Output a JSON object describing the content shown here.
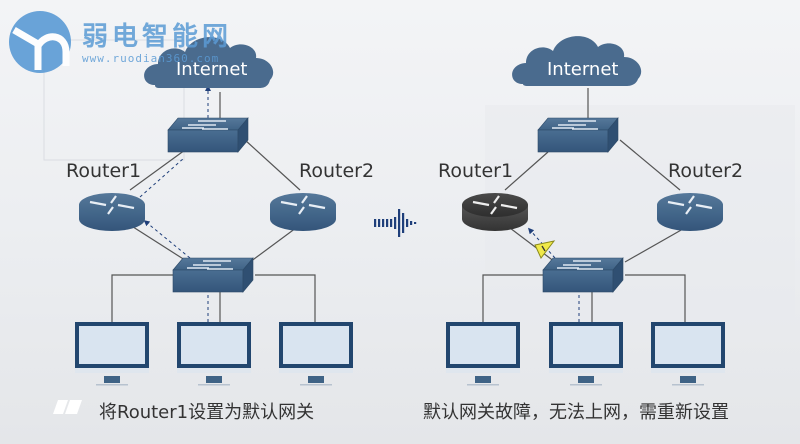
{
  "watermark": {
    "title": "弱电智能网",
    "url": "www.ruodian360.com",
    "brand_color": "#5b9bd5"
  },
  "colors": {
    "device_blue": "#3f6386",
    "device_dark": "#3a3a3a",
    "screen_frame": "#22466e",
    "screen_fill": "#d9e4f0",
    "cloud": "#4a6b8e",
    "line": "#555555",
    "arrow": "#1f3f7a",
    "warning": "#f0e94a"
  },
  "left_diagram": {
    "cloud_label": "Internet",
    "router1_label": "Router1",
    "router2_label": "Router2",
    "router1_state": "active",
    "caption": "将Router1设置为默认网关"
  },
  "right_diagram": {
    "cloud_label": "Internet",
    "router1_label": "Router1",
    "router2_label": "Router2",
    "router1_state": "failed",
    "caption": "默认网关故障，无法上网，需重新设置"
  },
  "transition_icon": "signal-wave-icon",
  "caption_icon": "slash-bars-icon"
}
